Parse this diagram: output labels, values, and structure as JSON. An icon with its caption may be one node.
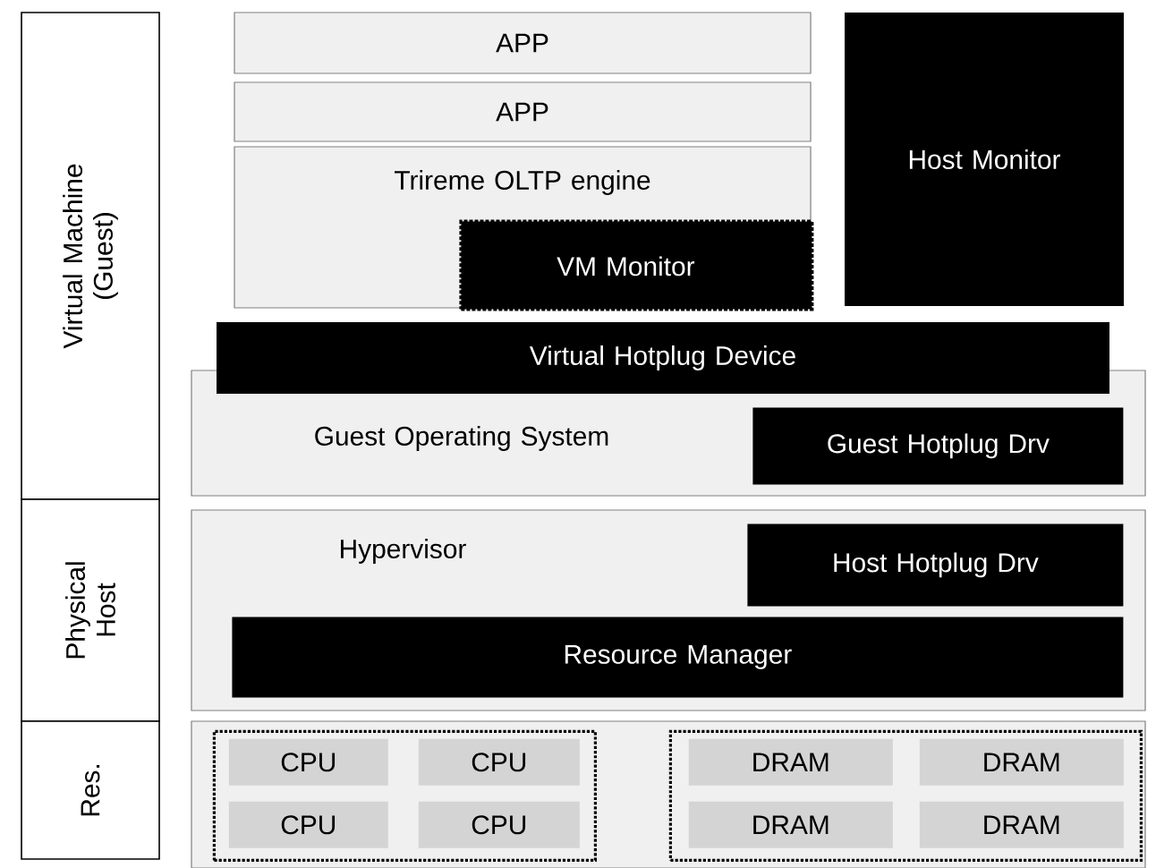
{
  "diagram": {
    "nodes": [
      {
        "text": [
          "Virtual Machine (Guest)"
        ]
      },
      {
        "text": [
          "Physical Host"
        ]
      },
      {
        "text": [
          "Res."
        ]
      },
      {
        "text": [
          "APP"
        ]
      },
      {
        "text": [
          "APP"
        ]
      },
      {
        "text": [
          "Trireme OLTP engine"
        ]
      },
      {
        "text": [
          "VM Monitor"
        ],
        "in": 5
      },
      {
        "text": [
          "Host Monitor"
        ]
      },
      {
        "text": [
          "Guest Operating System"
        ]
      },
      {
        "text": [
          "Virtual Hotplug Device"
        ]
      },
      {
        "text": [
          "Guest Hotplug Drv"
        ],
        "in": 8
      },
      {
        "text": [
          "Hypervisor"
        ]
      },
      {
        "text": [
          "Host Hotplug Drv"
        ],
        "in": 11
      },
      {
        "text": [
          "Resource Manager"
        ],
        "in": 11
      },
      {
        "text": [],
        "shape": "box"
      },
      {
        "text": [],
        "shape": "box",
        "in": 14
      },
      {
        "text": [
          "CPU"
        ],
        "in": 15
      },
      {
        "text": [
          "CPU"
        ],
        "in": 15
      },
      {
        "text": [
          "CPU"
        ],
        "in": 15
      },
      {
        "text": [
          "CPU"
        ],
        "in": 15
      },
      {
        "text": [],
        "shape": "box",
        "in": 14
      },
      {
        "text": [
          "DRAM"
        ],
        "in": 20
      },
      {
        "text": [
          "DRAM"
        ],
        "in": 20
      },
      {
        "text": [
          "DRAM"
        ],
        "in": 20
      },
      {
        "text": [
          "DRAM"
        ],
        "in": 20
      }
    ]
  }
}
